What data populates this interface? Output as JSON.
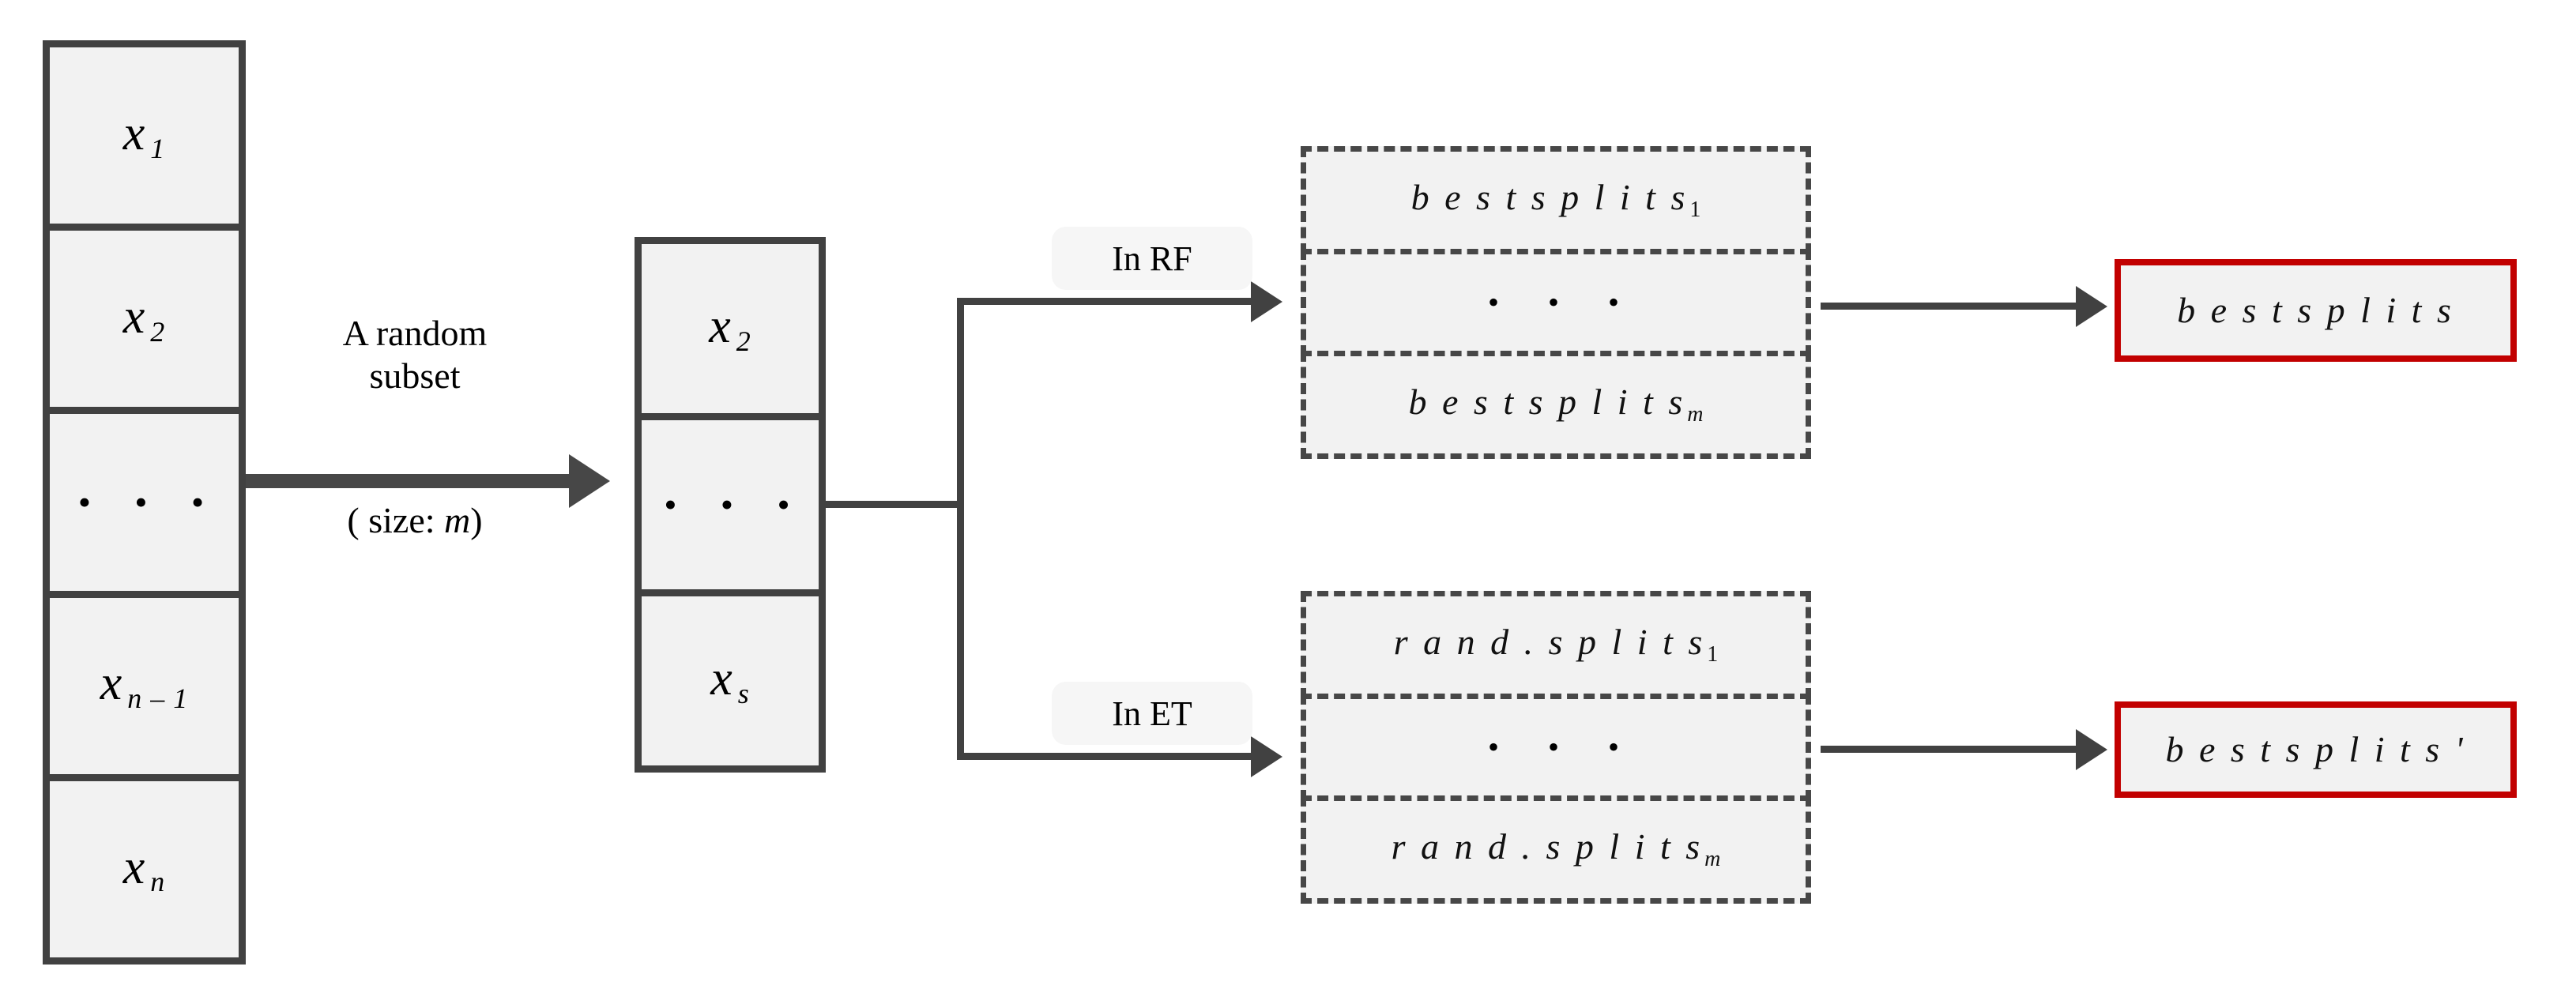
{
  "diagram": {
    "title": "Random Forest vs Extra Trees split selection",
    "colors": {
      "box_border": "#414141",
      "box_fill": "#f2f2f2",
      "dashed_border": "#474747",
      "result_border": "#c20000",
      "text": "#000000"
    }
  },
  "full_feature_column": {
    "name": "all-features-column",
    "cells": [
      {
        "base": "x",
        "sub": "1"
      },
      {
        "base": "x",
        "sub": "2"
      },
      {
        "base": "",
        "sub": "",
        "dots": "•  •  •"
      },
      {
        "base": "x",
        "sub": "n – 1"
      },
      {
        "base": "x",
        "sub": "n"
      }
    ]
  },
  "subset_column": {
    "name": "random-subset-column",
    "cells": [
      {
        "base": "x",
        "sub": "2"
      },
      {
        "base": "",
        "sub": "",
        "dots": "•  •  •"
      },
      {
        "base": "x",
        "sub": "s"
      }
    ]
  },
  "subset_arrow": {
    "label_line1": "A random",
    "label_line2": "subset",
    "label_line3_prefix": "( size:",
    "label_line3_var": "m",
    "label_line3_suffix": ")"
  },
  "branches": [
    {
      "name": "rf-branch",
      "label": "In RF"
    },
    {
      "name": "et-branch",
      "label": "In ET"
    }
  ],
  "rf_candidates": {
    "name": "rf-candidate-group",
    "cells": [
      {
        "text": "b e s t   s p l i t   s",
        "sub": "1",
        "sub_style": "upright"
      },
      {
        "dots": "•   •   •"
      },
      {
        "text": "b e s t   s p l i t   s",
        "sub": "m",
        "sub_style": "italic"
      }
    ]
  },
  "et_candidates": {
    "name": "et-candidate-group",
    "cells": [
      {
        "text": "r a n d . s p l i t   s",
        "sub": "1",
        "sub_style": "upright"
      },
      {
        "dots": "•   •   •"
      },
      {
        "text": "r a n d . s p l i t   s",
        "sub": "m",
        "sub_style": "italic"
      }
    ]
  },
  "results": [
    {
      "name": "rf-result",
      "text": "b e s t   s p l i t   s"
    },
    {
      "name": "et-result",
      "text": "b e s t   s p l i t   s '"
    }
  ]
}
